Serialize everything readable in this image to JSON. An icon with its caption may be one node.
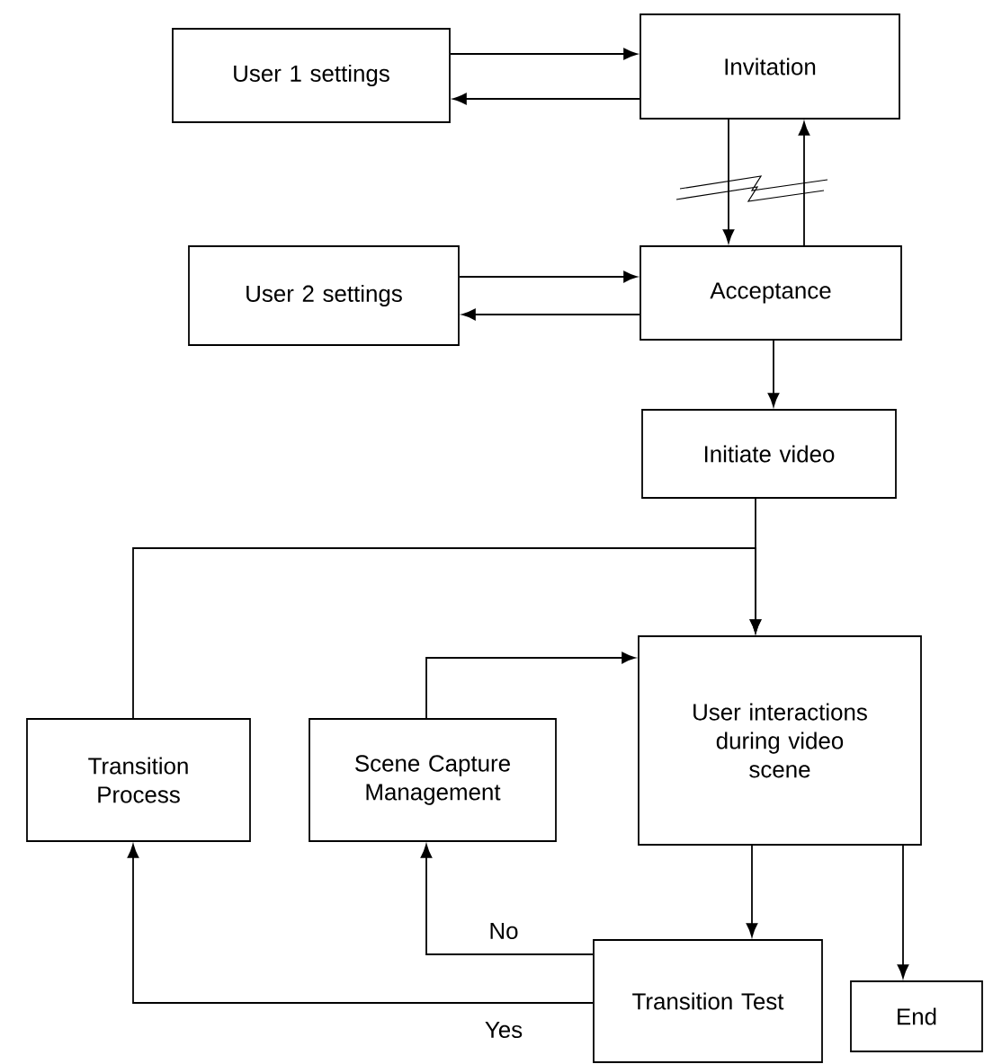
{
  "diagram": {
    "nodes": [
      {
        "text": [
          "User 1 settings"
        ]
      },
      {
        "text": [
          "Invitation"
        ]
      },
      {
        "text": [
          "User 2 settings"
        ]
      },
      {
        "text": [
          "Acceptance"
        ]
      },
      {
        "text": [
          "Initiate video"
        ]
      },
      {
        "text": [
          "Transition Process"
        ]
      },
      {
        "text": [
          "Scene Capture Management"
        ]
      },
      {
        "text": [
          "User interactions during video scene"
        ]
      },
      {
        "text": [
          "Transition Test"
        ]
      },
      {
        "text": [
          "End"
        ]
      }
    ],
    "edges": [
      {
        "from": 0,
        "to": 1,
        "arrow": "to"
      },
      {
        "from": 1,
        "to": 0,
        "arrow": "to"
      },
      {
        "from": 1,
        "to": 3,
        "arrow": "to"
      },
      {
        "from": 3,
        "to": 1,
        "arrow": "to"
      },
      {
        "from": 2,
        "to": 3,
        "arrow": "to"
      },
      {
        "from": 3,
        "to": 2,
        "arrow": "to"
      },
      {
        "from": 3,
        "to": 4,
        "arrow": "to"
      },
      {
        "from": 4,
        "to": 7,
        "arrow": "to"
      },
      {
        "from": 5,
        "to": 7,
        "arrow": "to"
      },
      {
        "from": 6,
        "to": 7,
        "arrow": "to"
      },
      {
        "from": 7,
        "to": 8,
        "arrow": "to"
      },
      {
        "from": 7,
        "to": 9,
        "arrow": "to"
      },
      {
        "from": 8,
        "to": 6,
        "arrow": "to",
        "label": "No"
      },
      {
        "from": 8,
        "to": 5,
        "arrow": "to",
        "label": "Yes"
      }
    ]
  }
}
